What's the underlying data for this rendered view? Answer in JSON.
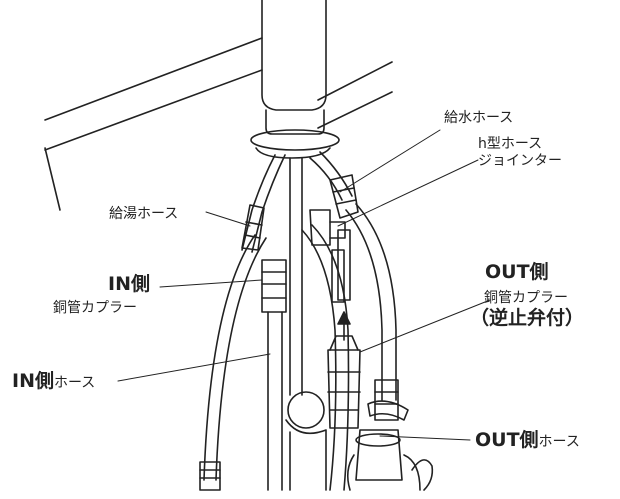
{
  "labels": {
    "water_supply_hose": "給水ホース",
    "h_joint_line1": "h型ホース",
    "h_joint_line2": "ジョインター",
    "hot_water_hose": "給湯ホース",
    "in_side_title": "IN側",
    "in_side_sub": "銅管カプラー",
    "out_side_title": "OUT側",
    "out_side_sub": "銅管カプラー",
    "out_side_note": "（逆止弁付）",
    "in_hose_bold": "IN側",
    "in_hose_rest": "ホース",
    "out_hose_bold": "OUT側",
    "out_hose_rest": "ホース"
  }
}
